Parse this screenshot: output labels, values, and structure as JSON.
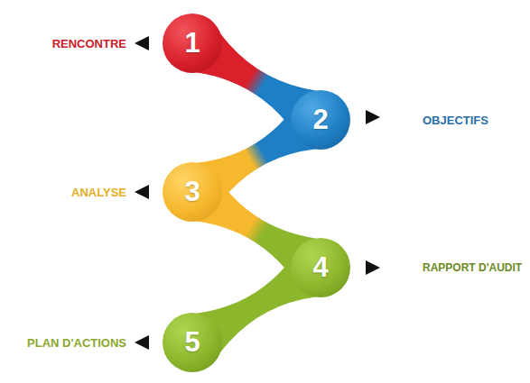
{
  "diagram": {
    "nodes": [
      {
        "text": [
          "1",
          "RENCONTRE"
        ]
      },
      {
        "text": [
          "2",
          "OBJECTIFS"
        ]
      },
      {
        "text": [
          "3",
          "ANALYSE"
        ]
      },
      {
        "text": [
          "4",
          "RAPPORT D'AUDIT"
        ]
      },
      {
        "text": [
          "5",
          "PLAN D'ACTIONS"
        ]
      }
    ],
    "edges": [
      {
        "from": 0,
        "to": 1,
        "arrow": "none"
      },
      {
        "from": 1,
        "to": 2,
        "arrow": "none"
      },
      {
        "from": 2,
        "to": 3,
        "arrow": "none"
      },
      {
        "from": 3,
        "to": 4,
        "arrow": "none"
      }
    ]
  }
}
